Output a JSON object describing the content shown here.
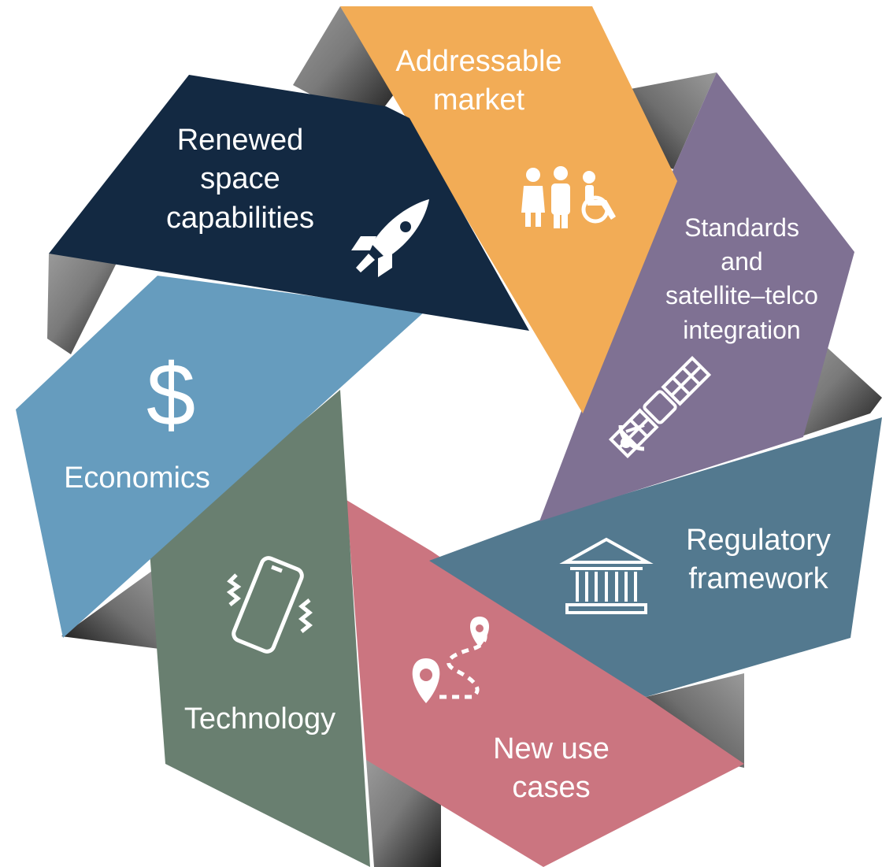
{
  "segments": [
    {
      "id": "addressable-market",
      "lines": [
        "Addressable",
        "market"
      ],
      "color": "#F2AC56",
      "icon": "people-icon"
    },
    {
      "id": "standards-integration",
      "lines": [
        "Standards",
        "and",
        "satellite–telco",
        "integration"
      ],
      "color": "#7F7193",
      "icon": "satellite-icon"
    },
    {
      "id": "regulatory-framework",
      "lines": [
        "Regulatory",
        "framework"
      ],
      "color": "#53798F",
      "icon": "government-building-icon"
    },
    {
      "id": "new-use-cases",
      "lines": [
        "New use",
        "cases"
      ],
      "color": "#CB7580",
      "icon": "route-pins-icon"
    },
    {
      "id": "technology",
      "lines": [
        "Technology"
      ],
      "color": "#697F70",
      "icon": "vibrating-phone-icon"
    },
    {
      "id": "economics",
      "lines": [
        "Economics"
      ],
      "color": "#669CBE",
      "icon": "dollar-sign-icon"
    },
    {
      "id": "renewed-space-capabilities",
      "lines": [
        "Renewed",
        "space",
        "capabilities"
      ],
      "color": "#132942",
      "icon": "rocket-icon"
    }
  ]
}
